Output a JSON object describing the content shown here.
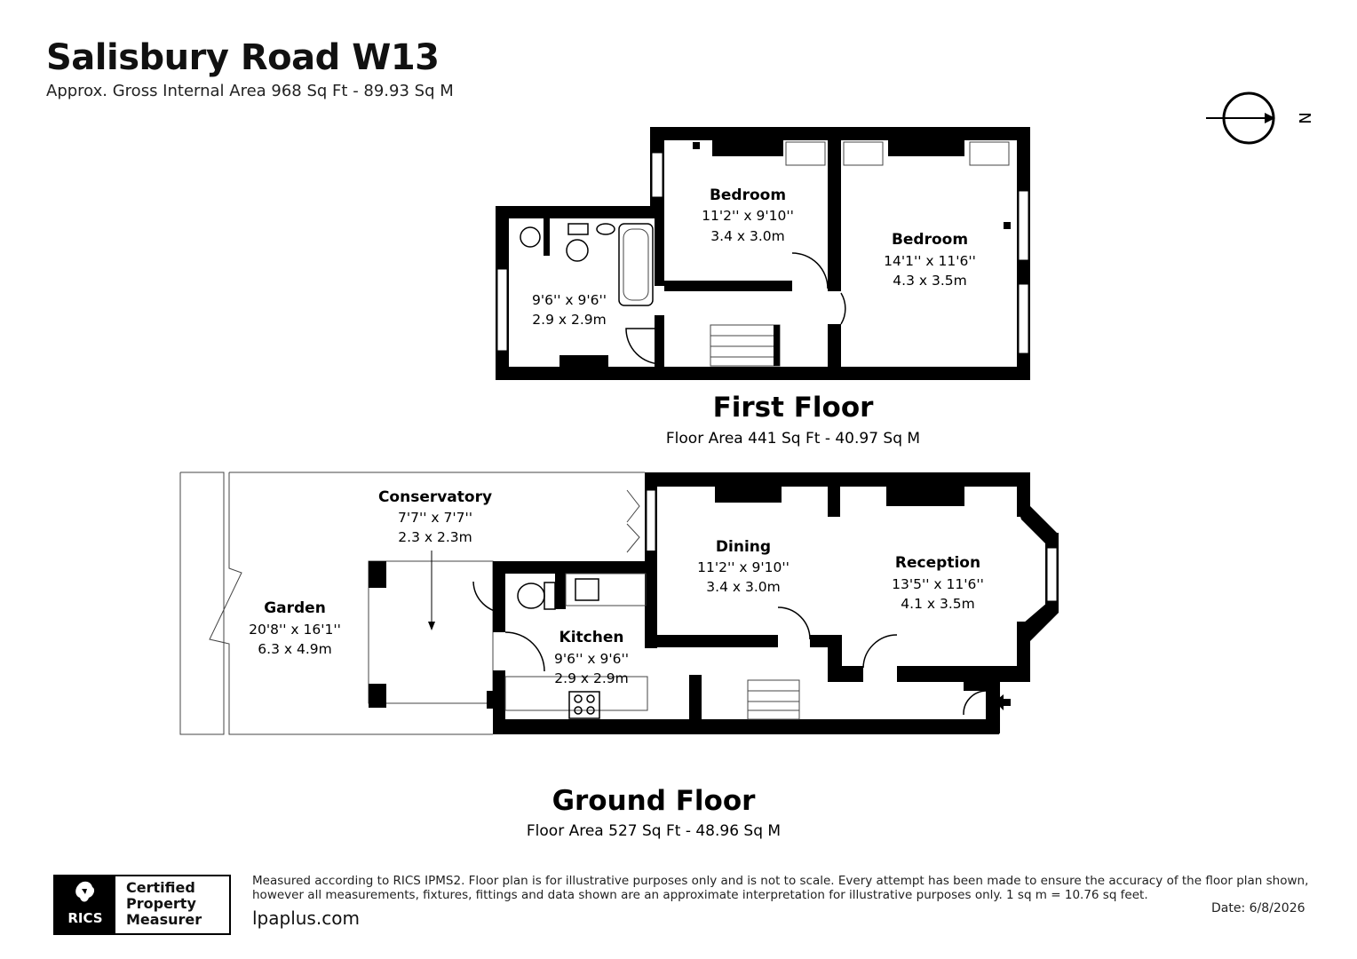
{
  "header": {
    "title": "Salisbury Road W13",
    "gross_area": "Approx. Gross Internal Area 968 Sq Ft - 89.93 Sq M"
  },
  "compass": {
    "label": "N",
    "icon": "north-arrow-icon"
  },
  "first_floor": {
    "title": "First Floor",
    "area": "Floor Area 441 Sq Ft - 40.97 Sq M",
    "rooms": [
      {
        "name": "Bedroom",
        "dim_imperial": "11'2'' x 9'10''",
        "dim_metric": "3.4 x 3.0m"
      },
      {
        "name": "Bedroom",
        "dim_imperial": "14'1'' x 11'6''",
        "dim_metric": "4.3 x 3.5m"
      },
      {
        "name": "",
        "dim_imperial": "9'6'' x 9'6''",
        "dim_metric": "2.9 x 2.9m"
      }
    ]
  },
  "ground_floor": {
    "title": "Ground Floor",
    "area": "Floor Area 527 Sq Ft - 48.96 Sq M",
    "rooms": [
      {
        "name": "Conservatory",
        "dim_imperial": "7'7'' x 7'7''",
        "dim_metric": "2.3 x 2.3m"
      },
      {
        "name": "Garden",
        "dim_imperial": "20'8'' x 16'1''",
        "dim_metric": "6.3 x 4.9m"
      },
      {
        "name": "Dining",
        "dim_imperial": "11'2'' x 9'10''",
        "dim_metric": "3.4 x 3.0m"
      },
      {
        "name": "Reception",
        "dim_imperial": "13'5'' x 11'6''",
        "dim_metric": "4.1 x 3.5m"
      },
      {
        "name": "Kitchen",
        "dim_imperial": "9'6'' x 9'6''",
        "dim_metric": "2.9 x 2.9m"
      }
    ]
  },
  "footer": {
    "badge_org": "RICS",
    "badge_lines": [
      "Certified",
      "Property",
      "Measurer"
    ],
    "disclaimer_line1": "Measured according to RICS IPMS2. Floor plan is for illustrative purposes only and is not to scale. Every attempt has been made to ensure the accuracy of the floor plan shown,",
    "disclaimer_line2": "however all measurements, fixtures, fittings and data shown are an approximate interpretation for illustrative purposes only. 1 sq m = 10.76 sq feet.",
    "website": "lpaplus.com",
    "date": "Date: 6/8/2026"
  }
}
